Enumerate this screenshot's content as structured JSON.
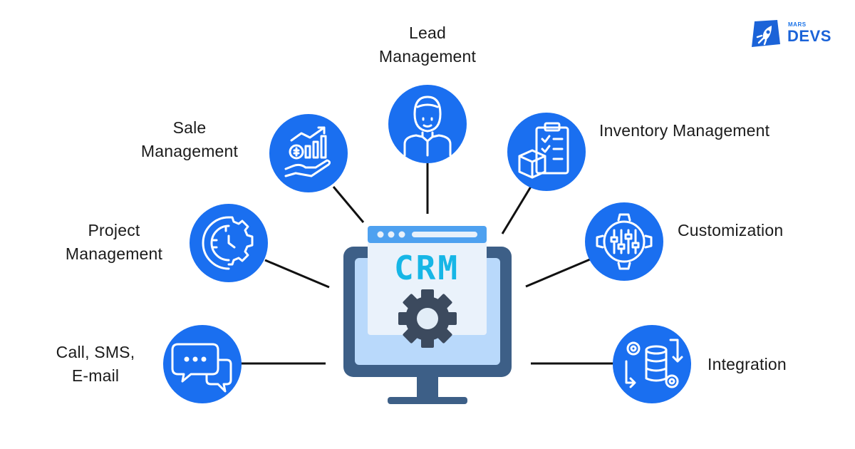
{
  "brand": {
    "small": "MARS",
    "big": "DEVS"
  },
  "center": {
    "screen_text": "CRM"
  },
  "features": {
    "lead": {
      "line1": "Lead",
      "line2": "Management",
      "icon": "person-icon"
    },
    "sale": {
      "line1": "Sale",
      "line2": "Management",
      "icon": "sales-growth-icon"
    },
    "inventory": {
      "line1": "Inventory Management",
      "icon": "inventory-clipboard-icon"
    },
    "project": {
      "line1": "Project",
      "line2": "Management",
      "icon": "clock-gear-icon"
    },
    "customization": {
      "line1": "Customization",
      "icon": "settings-sliders-icon"
    },
    "call": {
      "line1": "Call, SMS,",
      "line2": "E-mail",
      "icon": "chat-bubbles-icon"
    },
    "integration": {
      "line1": "Integration",
      "icon": "database-gears-icon"
    }
  },
  "colors": {
    "accent": "#1a6ff0",
    "monitor_dark": "#3d5f87",
    "screen_blue": "#b9d9fb",
    "window_bar": "#4ea1f0",
    "crm_text": "#17b6e6",
    "gear": "#3c4a5e",
    "connector": "#111111"
  }
}
